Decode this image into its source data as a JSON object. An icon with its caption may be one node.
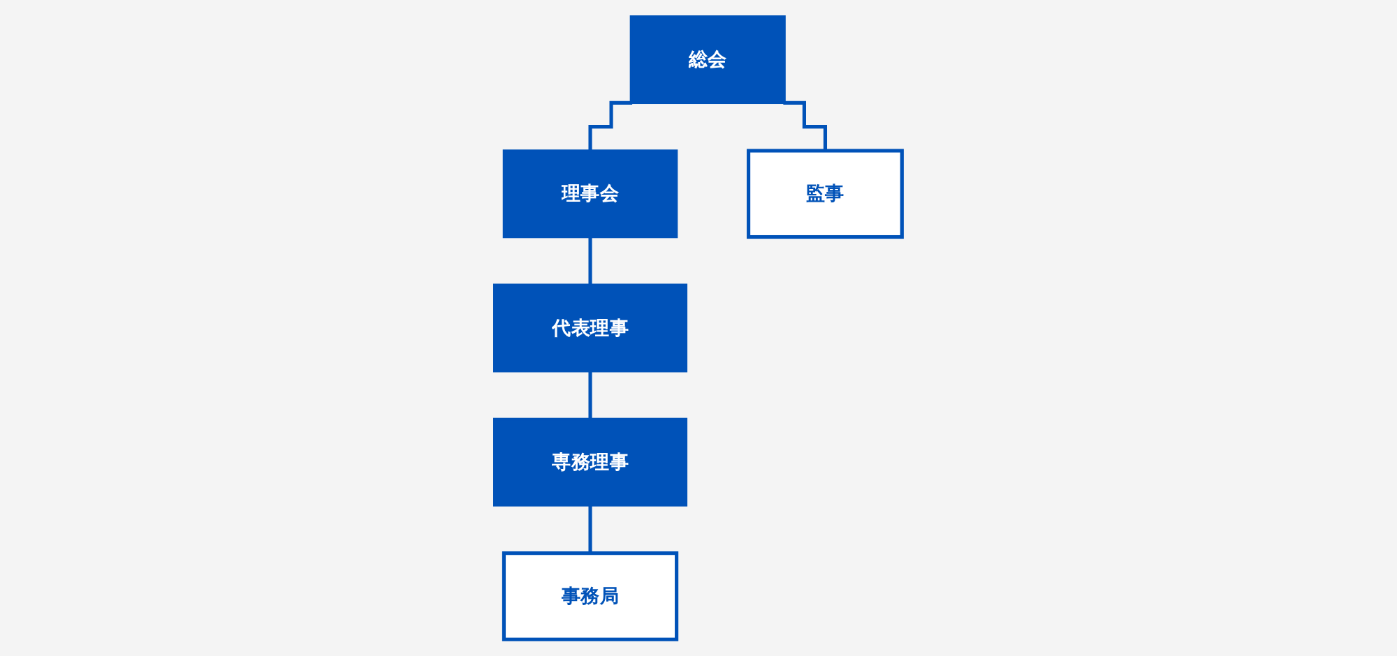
{
  "diagram": {
    "nodes": [
      {
        "text": [
          "総会"
        ]
      },
      {
        "text": [
          "理事会"
        ]
      },
      {
        "text": [
          "監事"
        ]
      },
      {
        "text": [
          "代表理事"
        ]
      },
      {
        "text": [
          "専務理事"
        ]
      },
      {
        "text": [
          "事務局"
        ]
      }
    ],
    "edges": [
      {
        "from": 0,
        "to": 1,
        "arrow": "none"
      },
      {
        "from": 0,
        "to": 2,
        "arrow": "none"
      },
      {
        "from": 1,
        "to": 3,
        "arrow": "none"
      },
      {
        "from": 3,
        "to": 4,
        "arrow": "none"
      },
      {
        "from": 4,
        "to": 5,
        "arrow": "none"
      }
    ]
  }
}
